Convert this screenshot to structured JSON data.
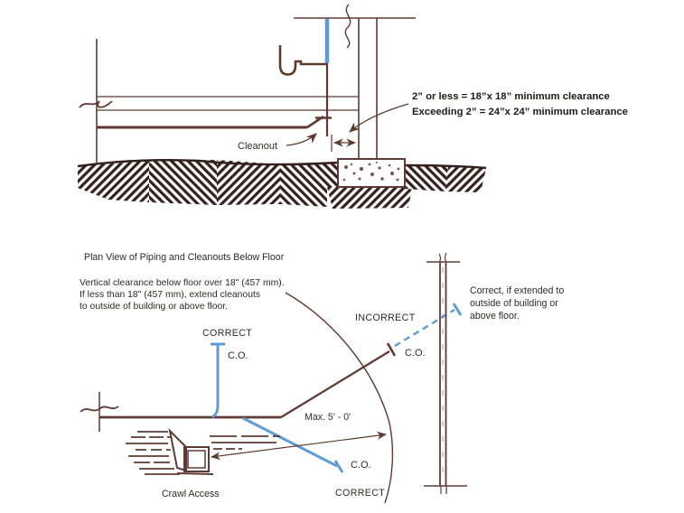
{
  "colors": {
    "line": "#5e3a33",
    "ground": "#33201c",
    "blue": "#5f9cd6",
    "text": "#2e2a28"
  },
  "section_view": {
    "cleanout_label": "Cleanout",
    "clearance_line1": "2” or less = 18”x 18” minimum clearance",
    "clearance_line2": "Exceeding 2” = 24”x 24” minimum clearance"
  },
  "plan_view": {
    "title": "Plan View of Piping and Cleanouts Below Floor",
    "note_line1": "Vertical clearance below floor over 18\" (457 mm).",
    "note_line2": "If less than 18\" (457 mm), extend cleanouts",
    "note_line3": "to outside of building or above floor.",
    "correct_top_label": "CORRECT",
    "co_top_label": "C.O.",
    "incorrect_label": "INCORRECT",
    "co_incorrect_label": "C.O.",
    "wall_note_line1": "Correct, if extended to",
    "wall_note_line2": "outside of building or",
    "wall_note_line3": "above floor.",
    "max_distance_label": "Max. 5' - 0'",
    "co_bottom_label": "C.O.",
    "correct_bottom_label": "CORRECT",
    "crawl_access_label": "Crawl Access"
  }
}
